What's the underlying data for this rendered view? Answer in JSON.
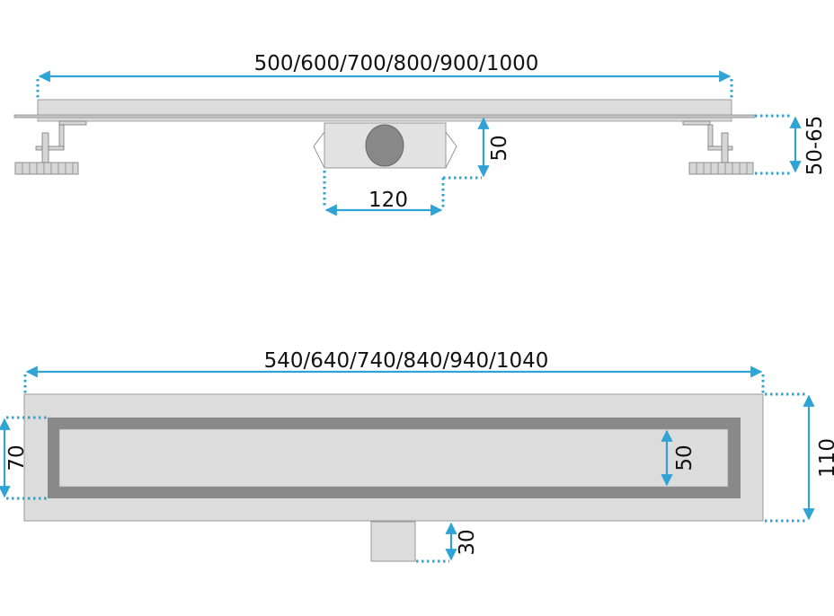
{
  "colors": {
    "dimension": "#2ea3d4",
    "body": "#dcdcdc",
    "dark": "#898989"
  },
  "side_view": {
    "length_label": "500/600/700/800/900/1000",
    "outlet_height_label": "50",
    "outlet_width_label": "120",
    "adjust_height_label": "50-65"
  },
  "top_view": {
    "length_label": "540/640/740/840/940/1040",
    "grate_outer_label": "70",
    "grate_inner_label": "50",
    "width_label": "110",
    "outlet_label": "30"
  }
}
